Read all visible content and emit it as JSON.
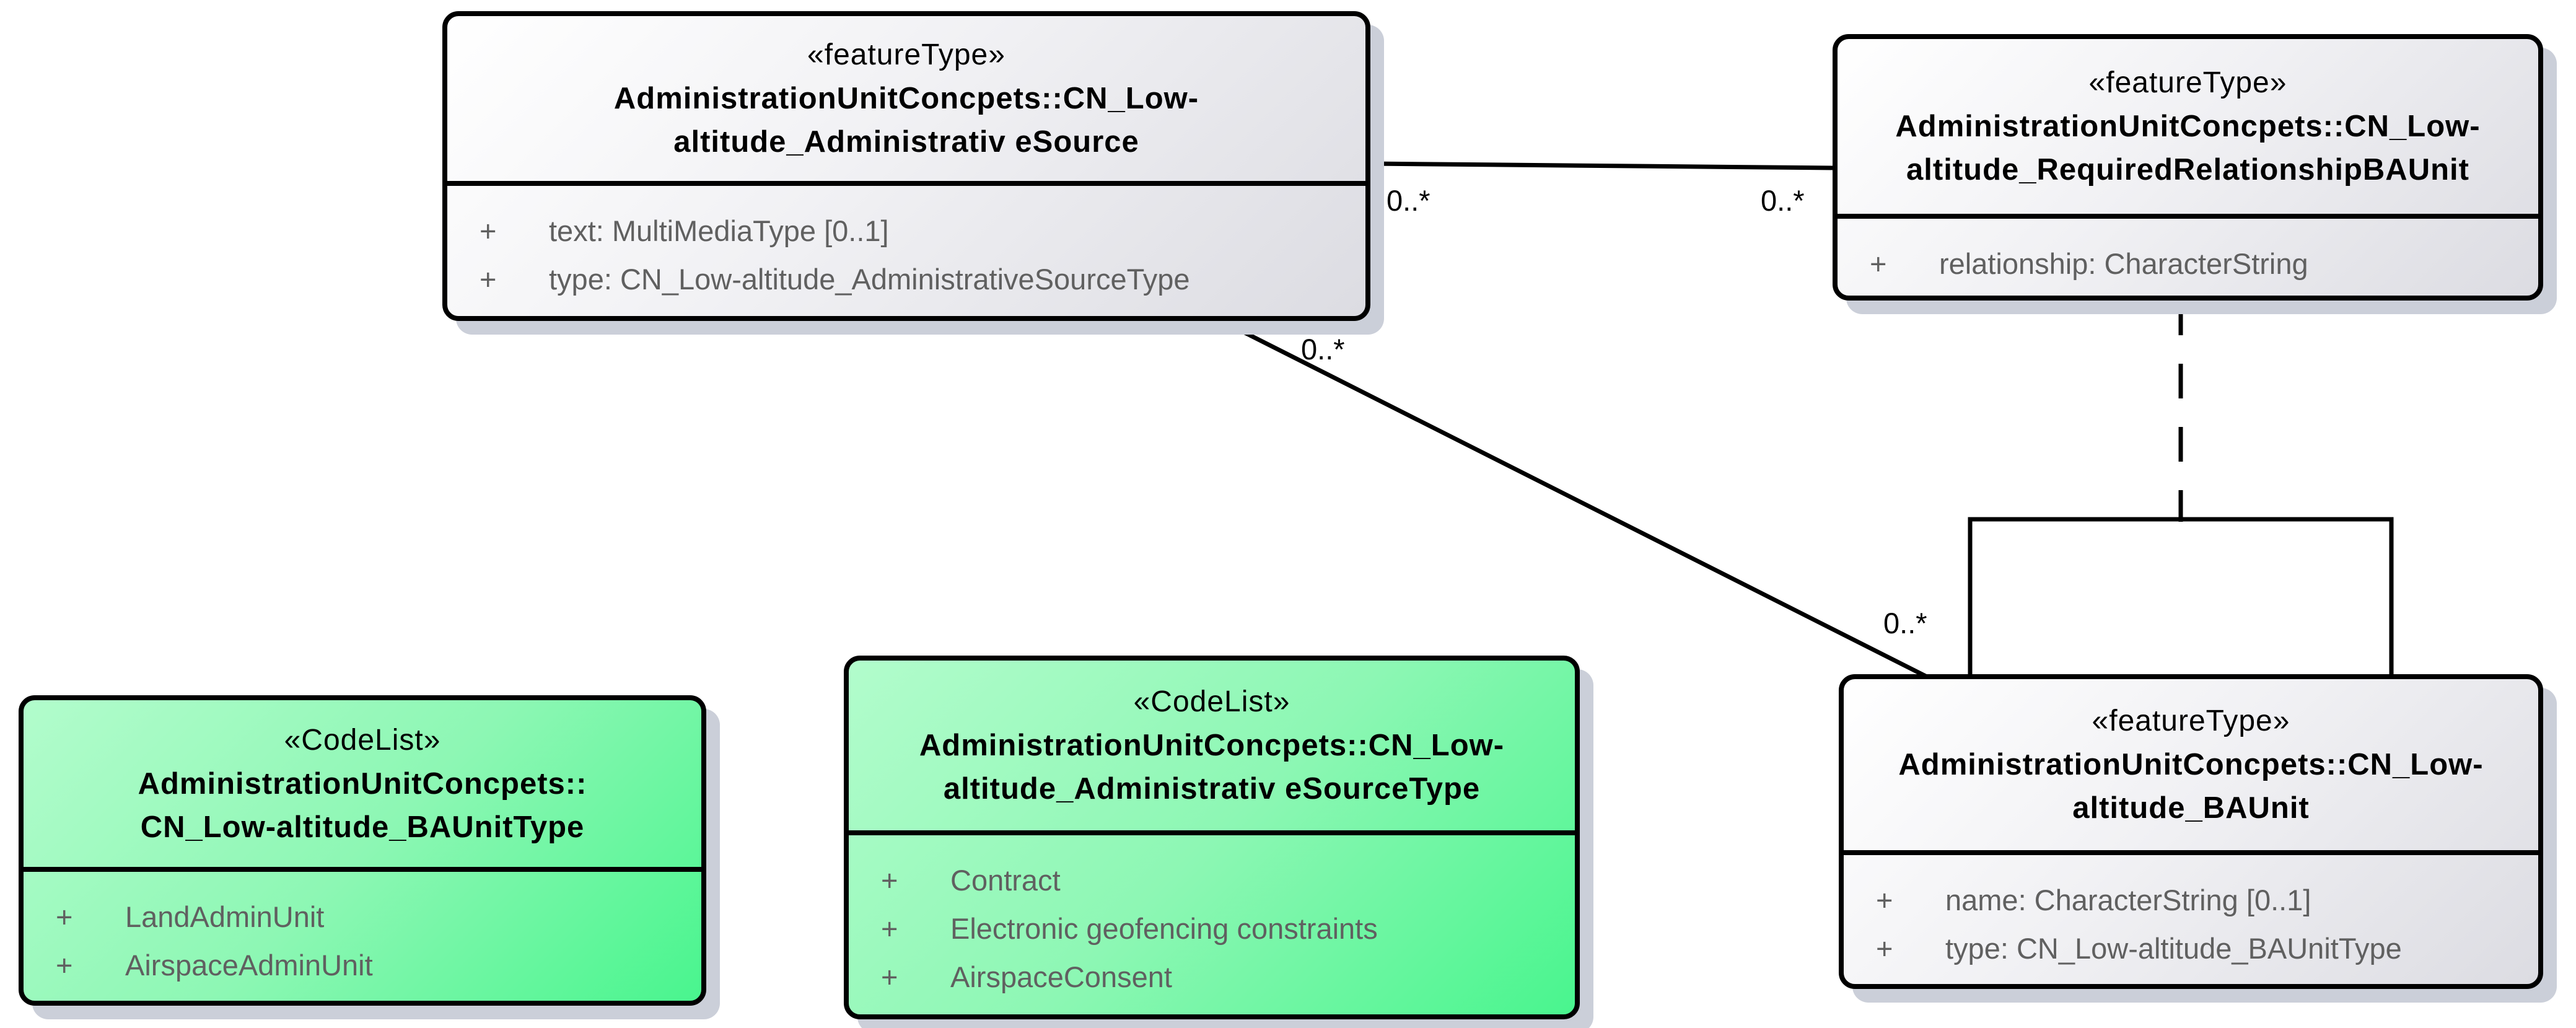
{
  "diagram": {
    "type": "uml-class-diagram",
    "background": "#ffffff",
    "palette": {
      "feature_gradient_start": "#ffffff",
      "feature_gradient_end": "#dcdce2",
      "codelist_gradient_start": "#b2fccc",
      "codelist_gradient_end": "#49f58e",
      "border_color": "#000000",
      "shadow_color": "#cbcfd9",
      "title_color": "#000000",
      "attribute_color": "#606060",
      "connector_color": "#000000"
    },
    "classes": [
      {
        "kind": "featureType",
        "stereotype": "«featureType»",
        "name_lines": [
          "AdministrationUnitConcpets::CN_Low-",
          "altitude_Administrativ eSource"
        ],
        "attributes": [
          {
            "vis": "+",
            "text": "text: MultiMediaType [0..1]"
          },
          {
            "vis": "+",
            "text": "type: CN_Low-altitude_AdministrativeSourceType"
          }
        ]
      },
      {
        "kind": "featureType",
        "stereotype": "«featureType»",
        "name_lines": [
          "AdministrationUnitConcpets::CN_Low-",
          "altitude_RequiredRelationshipBAUnit"
        ],
        "attributes": [
          {
            "vis": "+",
            "text": "relationship: CharacterString"
          }
        ]
      },
      {
        "kind": "featureType",
        "stereotype": "«featureType»",
        "name_lines": [
          "AdministrationUnitConcpets::CN_Low-",
          "altitude_BAUnit"
        ],
        "attributes": [
          {
            "vis": "+",
            "text": "name: CharacterString [0..1]"
          },
          {
            "vis": "+",
            "text": "type: CN_Low-altitude_BAUnitType"
          }
        ]
      },
      {
        "kind": "CodeList",
        "stereotype": "«CodeList»",
        "name_lines": [
          "AdministrationUnitConcpets::",
          "CN_Low-altitude_BAUnitType"
        ],
        "attributes": [
          {
            "vis": "+",
            "text": "LandAdminUnit"
          },
          {
            "vis": "+",
            "text": "AirspaceAdminUnit"
          }
        ]
      },
      {
        "kind": "CodeList",
        "stereotype": "«CodeList»",
        "name_lines": [
          "AdministrationUnitConcpets::CN_Low-",
          "altitude_Administrativ eSourceType"
        ],
        "attributes": [
          {
            "vis": "+",
            "text": "Contract"
          },
          {
            "vis": "+",
            "text": "Electronic geofencing constraints"
          },
          {
            "vis": "+",
            "text": "AirspaceConsent"
          }
        ]
      }
    ],
    "multiplicities": [
      {
        "role": "administrativesource-end-of-top-association",
        "text": "0..*"
      },
      {
        "role": "requiredrelationshipbaunit-end-of-top-association",
        "text": "0..*"
      },
      {
        "role": "administrativesource-end-of-diagonal-association",
        "text": "0..*"
      },
      {
        "role": "baunit-end-near-self-association",
        "text": "0..*"
      }
    ]
  }
}
